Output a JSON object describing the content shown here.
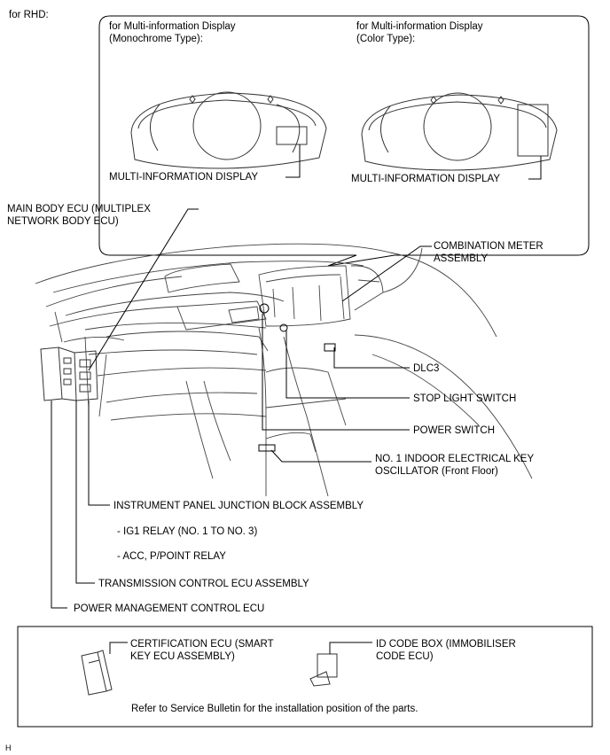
{
  "header": {
    "variant": "for RHD:"
  },
  "callout": {
    "mono_title": "for Multi-information Display\n(Monochrome Type):",
    "color_title": "for Multi-information Display\n(Color Type):",
    "mono_display_label": "MULTI-INFORMATION DISPLAY",
    "color_display_label": "MULTI-INFORMATION DISPLAY"
  },
  "labels": {
    "main_body_ecu": "MAIN BODY ECU (MULTIPLEX\nNETWORK BODY ECU)",
    "combination_meter": "COMBINATION METER\nASSEMBLY",
    "dlc3": "DLC3",
    "stop_light_switch": "STOP LIGHT SWITCH",
    "power_switch": "POWER SWITCH",
    "indoor_key_oscillator": "NO. 1 INDOOR ELECTRICAL KEY\nOSCILLATOR (Front Floor)",
    "junction_block": "INSTRUMENT PANEL JUNCTION BLOCK ASSEMBLY",
    "ig1_relay": "- IG1 RELAY (NO. 1 TO NO. 3)",
    "acc_relay": "- ACC, P/POINT RELAY",
    "transmission_ecu": "TRANSMISSION CONTROL ECU ASSEMBLY",
    "power_mgmt_ecu": "POWER MANAGEMENT CONTROL ECU"
  },
  "bottom_box": {
    "certification_ecu": "CERTIFICATION ECU (SMART\nKEY ECU ASSEMBLY)",
    "id_code_box": "ID CODE BOX (IMMOBILISER\nCODE ECU)",
    "note": "Refer to Service Bulletin for the installation position of the parts."
  },
  "footer": {
    "code": "H"
  }
}
